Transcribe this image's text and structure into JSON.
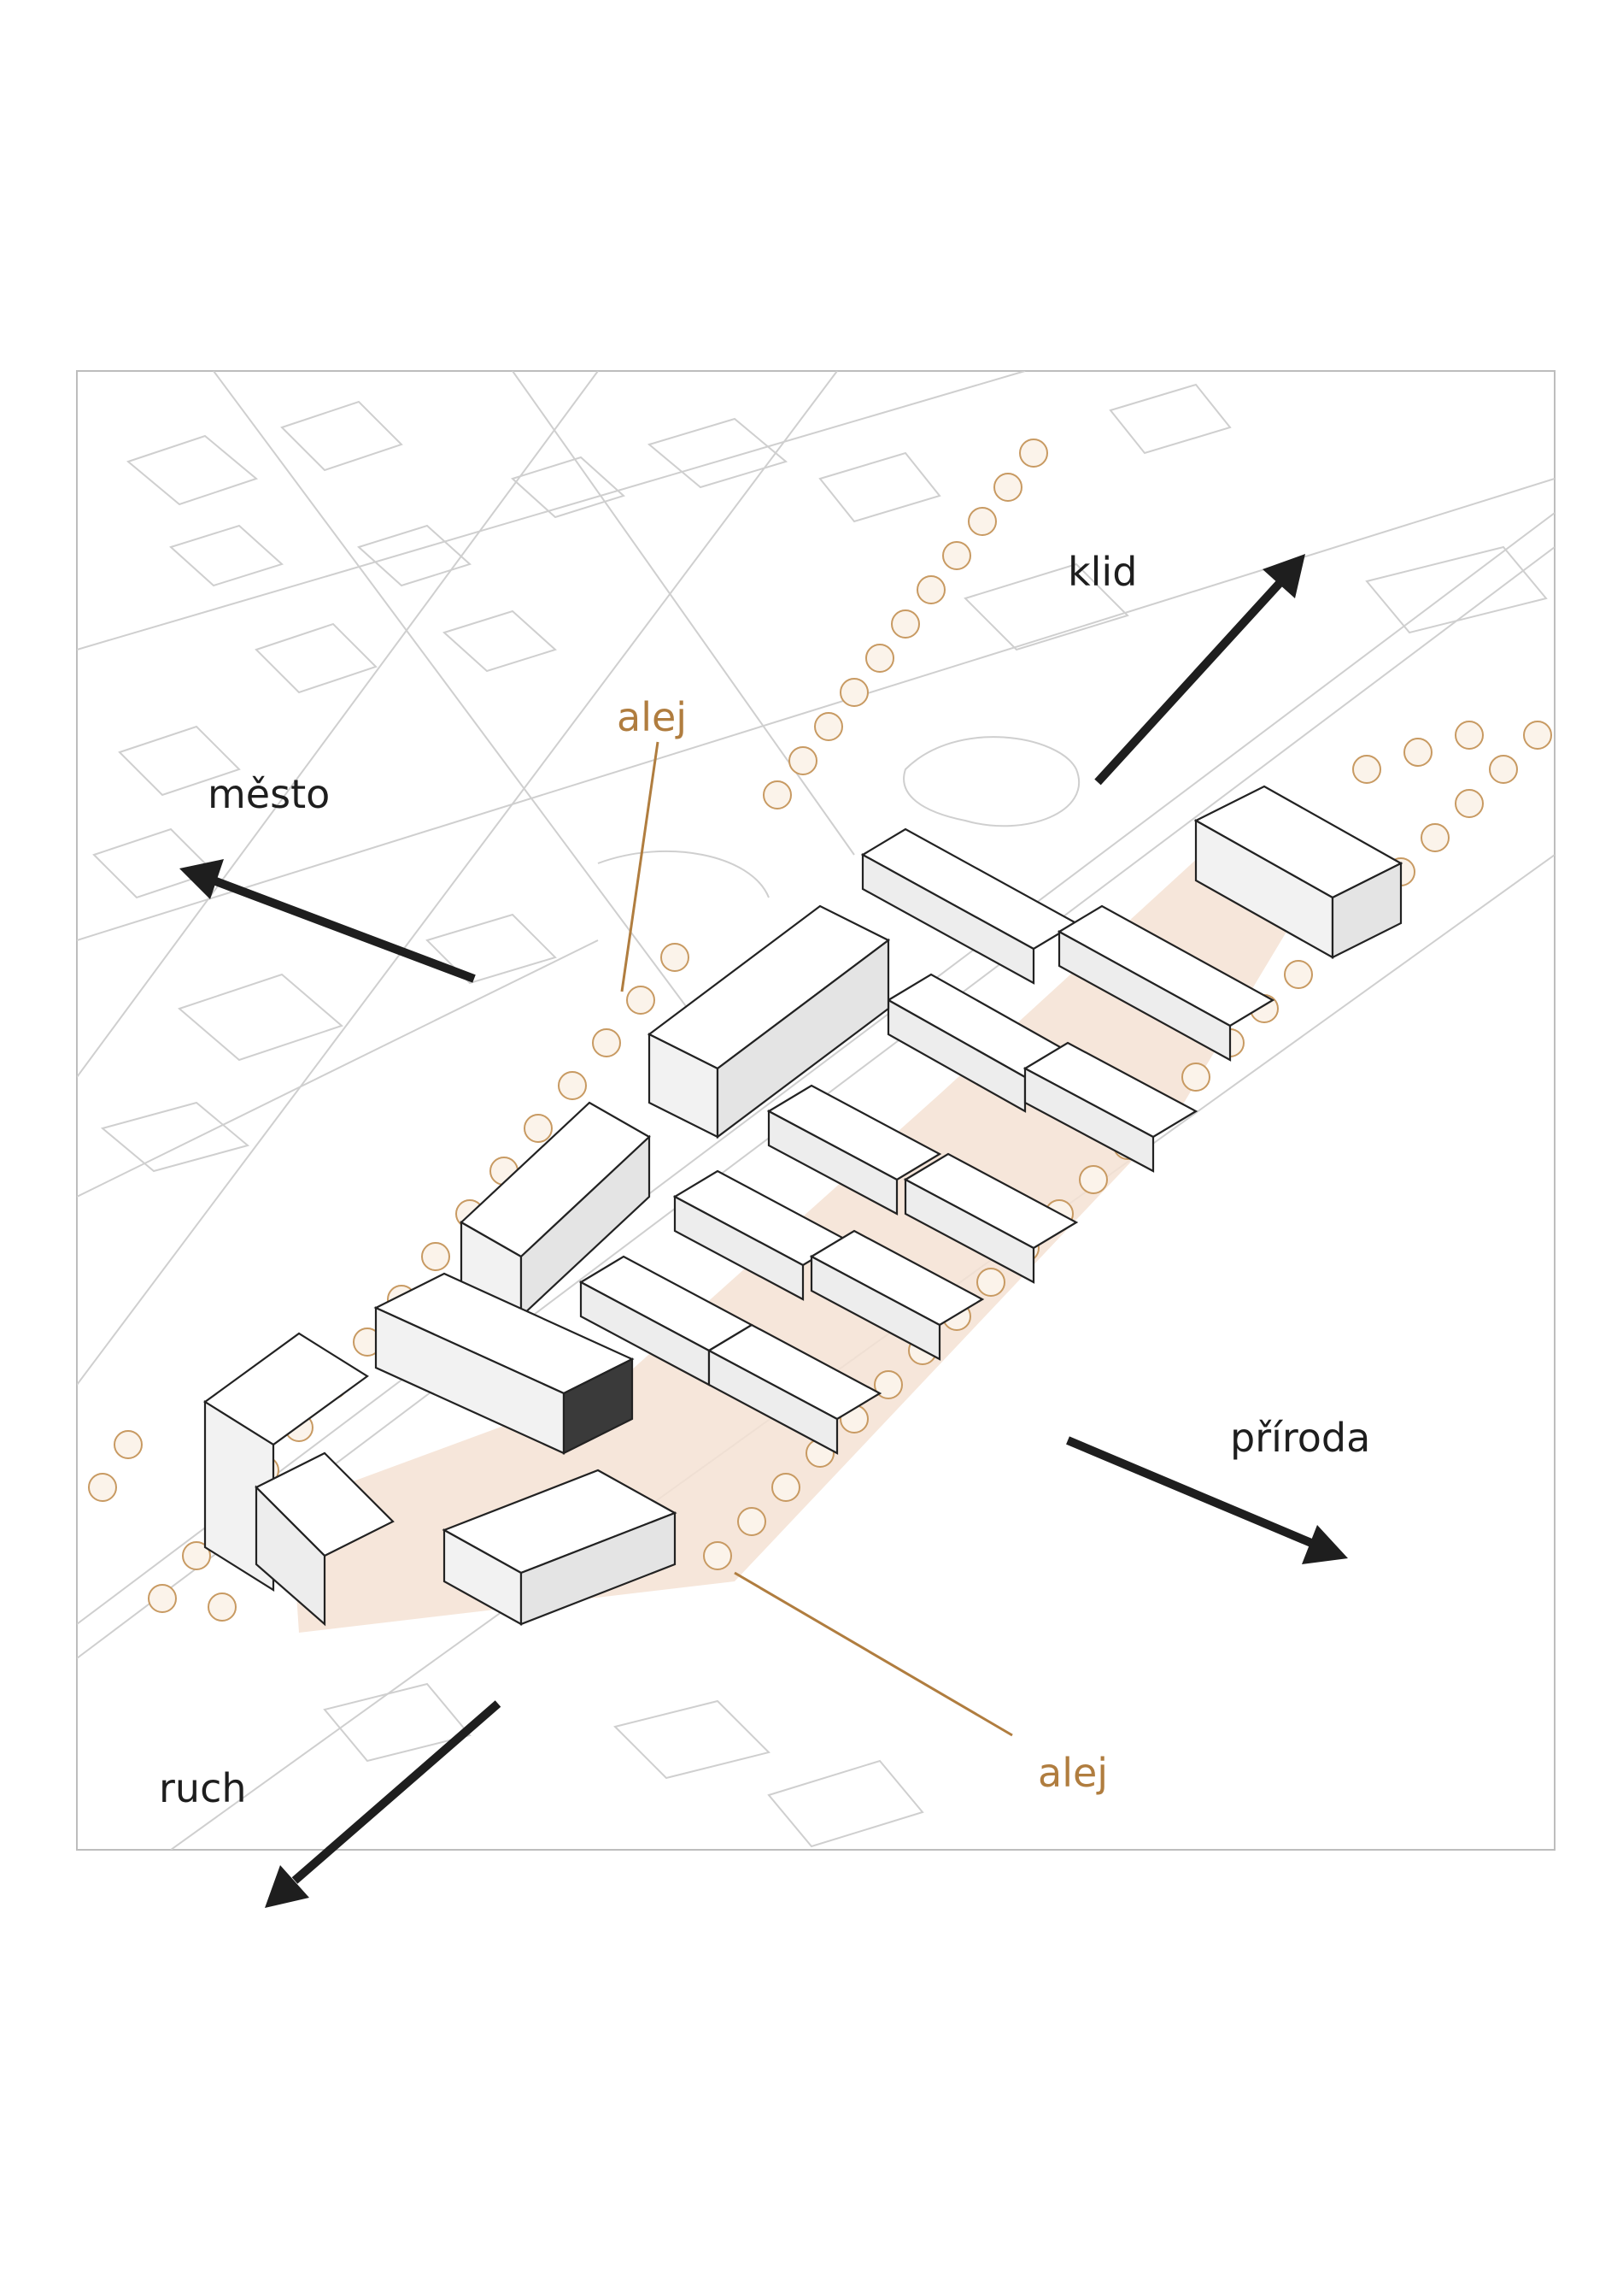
{
  "labels": {
    "mesto": "město",
    "klid": "klid",
    "alej_top": "alej",
    "alej_bottom": "alej",
    "priroda": "příroda",
    "ruch": "ruch"
  },
  "colors": {
    "text": "#1e1e1e",
    "accent": "#b07d3f",
    "site_fill": "#f4e2d3",
    "tree_stroke": "#c89a62",
    "context_line": "#cfcfcf",
    "arrow": "#1e1e1e"
  }
}
